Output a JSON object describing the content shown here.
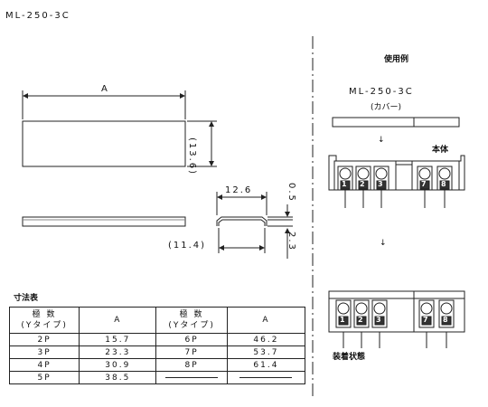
{
  "model_code": "ML-250-3C",
  "dimensions": {
    "A": "A",
    "height": "(13.6)",
    "inner_width": "12.6",
    "thickness": "0.5",
    "outer_width": "(11.4)",
    "depth": "2.3"
  },
  "table": {
    "title": "寸法表",
    "header_poles": "極 数",
    "header_type": "(Yタイプ)",
    "header_A": "A",
    "left_rows": [
      {
        "poles": "2P",
        "A": "15.7"
      },
      {
        "poles": "3P",
        "A": "23.3"
      },
      {
        "poles": "4P",
        "A": "30.9"
      },
      {
        "poles": "5P",
        "A": "38.5"
      }
    ],
    "right_rows": [
      {
        "poles": "6P",
        "A": "46.2"
      },
      {
        "poles": "7P",
        "A": "53.7"
      },
      {
        "poles": "8P",
        "A": "61.4"
      },
      {
        "poles": "",
        "A": ""
      }
    ]
  },
  "usage": {
    "title": "使用例",
    "product": "ML-250-3C",
    "cover_label": "(カバー)",
    "arrow": "↓",
    "body_label": "本体",
    "installed_label": "装着状態",
    "terminal_numbers": [
      "1",
      "2",
      "3",
      "7",
      "8"
    ]
  }
}
